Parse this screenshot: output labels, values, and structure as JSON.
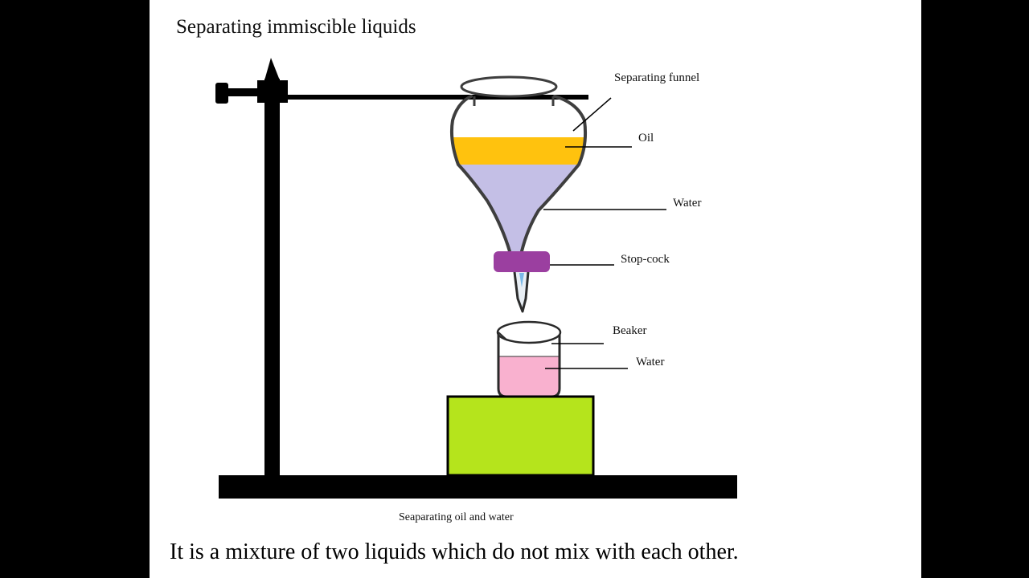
{
  "title": "Separating immiscible liquids",
  "labels": {
    "separating_funnel": "Separating funnel",
    "oil": "Oil",
    "water_funnel": "Water",
    "stopcock": "Stop-cock",
    "beaker": "Beaker",
    "water_beaker": "Water"
  },
  "caption": "Seaparating oil and water",
  "definition": "It is a mixture of two liquids which do not mix with each other.",
  "colors": {
    "oil": "#ffc20e",
    "water_funnel": "#c4bfe6",
    "stopcock": "#9b3fa0",
    "water_beaker": "#f9b1cf",
    "stand_block": "#b5e41c",
    "frame": "#000000",
    "slide": "#ffffff"
  }
}
